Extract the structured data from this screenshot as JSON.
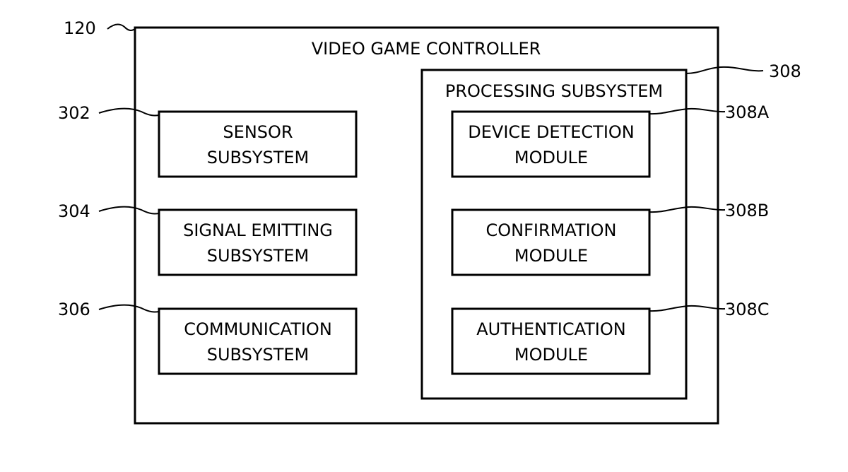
{
  "controller": {
    "ref": "120",
    "title": "VIDEO GAME CONTROLLER"
  },
  "subsystems": [
    {
      "ref": "302",
      "line1": "SENSOR",
      "line2": "SUBSYSTEM"
    },
    {
      "ref": "304",
      "line1": "SIGNAL EMITTING",
      "line2": "SUBSYSTEM"
    },
    {
      "ref": "306",
      "line1": "COMMUNICATION",
      "line2": "SUBSYSTEM"
    }
  ],
  "processing": {
    "ref": "308",
    "title": "PROCESSING SUBSYSTEM",
    "modules": [
      {
        "ref": "308A",
        "line1": "DEVICE DETECTION",
        "line2": "MODULE"
      },
      {
        "ref": "308B",
        "line1": "CONFIRMATION",
        "line2": "MODULE"
      },
      {
        "ref": "308C",
        "line1": "AUTHENTICATION",
        "line2": "MODULE"
      }
    ]
  }
}
